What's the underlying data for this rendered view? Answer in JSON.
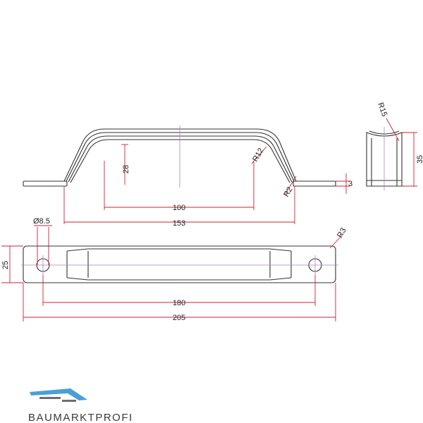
{
  "dimensions": {
    "d100": "100",
    "d153": "153",
    "d28": "28",
    "r12": "R12",
    "r2": "R2",
    "d3": "3",
    "r15": "R15",
    "d35": "35",
    "dia85": "Ø8.5",
    "d25": "25",
    "r3": "R3",
    "d180": "180",
    "d205": "205"
  },
  "colors": {
    "outline": "#333333",
    "dimension": "#cc2233",
    "centerline": "#b07fb0",
    "logo_blue": "#4a9fd8"
  },
  "logo": {
    "text": "BAUMARKTPROFI"
  }
}
